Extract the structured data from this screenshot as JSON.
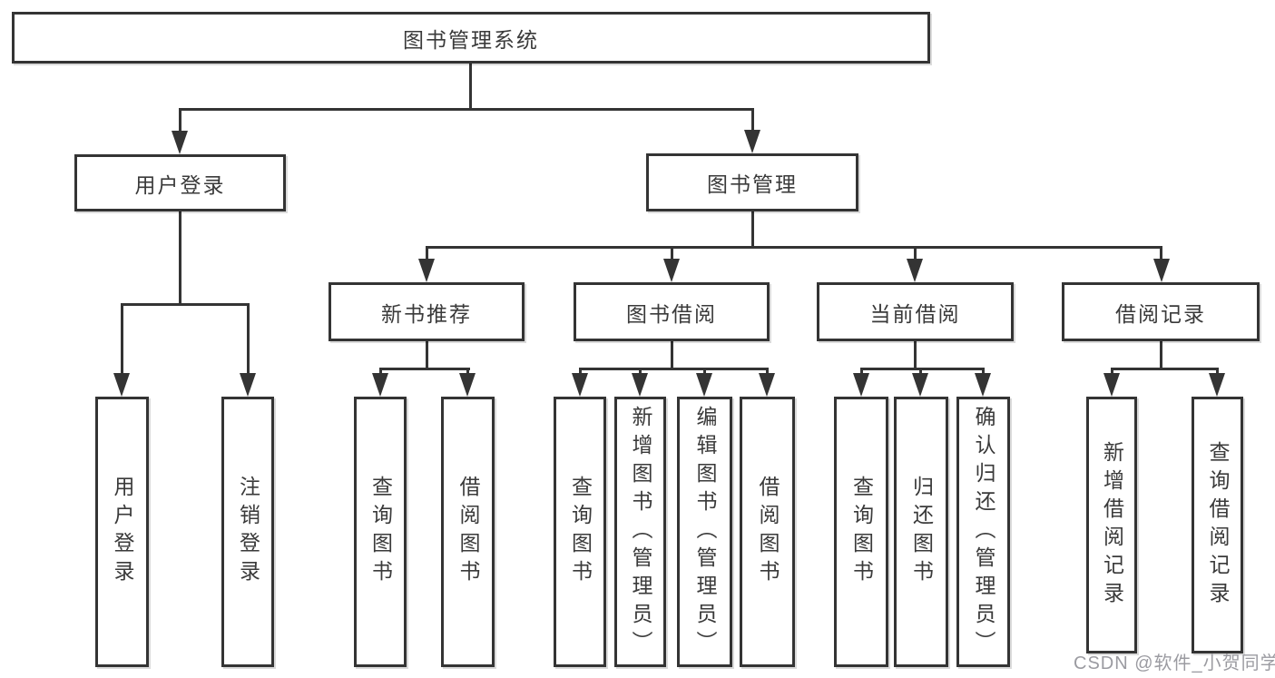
{
  "tree": {
    "root": {
      "label": "图书管理系统"
    },
    "branches": [
      {
        "label": "用户登录",
        "children": [
          {
            "label": "用户登录"
          },
          {
            "label": "注销登录"
          }
        ]
      },
      {
        "label": "图书管理",
        "children": [
          {
            "label": "新书推荐",
            "children": [
              {
                "label": "查询图书"
              },
              {
                "label": "借阅图书"
              }
            ]
          },
          {
            "label": "图书借阅",
            "children": [
              {
                "label": "查询图书"
              },
              {
                "label": "新增图书（管理员）"
              },
              {
                "label": "编辑图书（管理员）"
              },
              {
                "label": "借阅图书"
              }
            ]
          },
          {
            "label": "当前借阅",
            "children": [
              {
                "label": "查询图书"
              },
              {
                "label": "归还图书"
              },
              {
                "label": "确认归还（管理员）"
              }
            ]
          },
          {
            "label": "借阅记录",
            "children": [
              {
                "label": "新增借阅记录"
              },
              {
                "label": "查询借阅记录"
              }
            ]
          }
        ]
      }
    ]
  },
  "watermark": {
    "text": "CSDN @软件_小贺同学"
  },
  "colors": {
    "line": "#343434",
    "text": "#3a3a3a",
    "box_background": "#ffffff",
    "page_background": "#ffffff",
    "watermark": "#9b9ba1"
  }
}
